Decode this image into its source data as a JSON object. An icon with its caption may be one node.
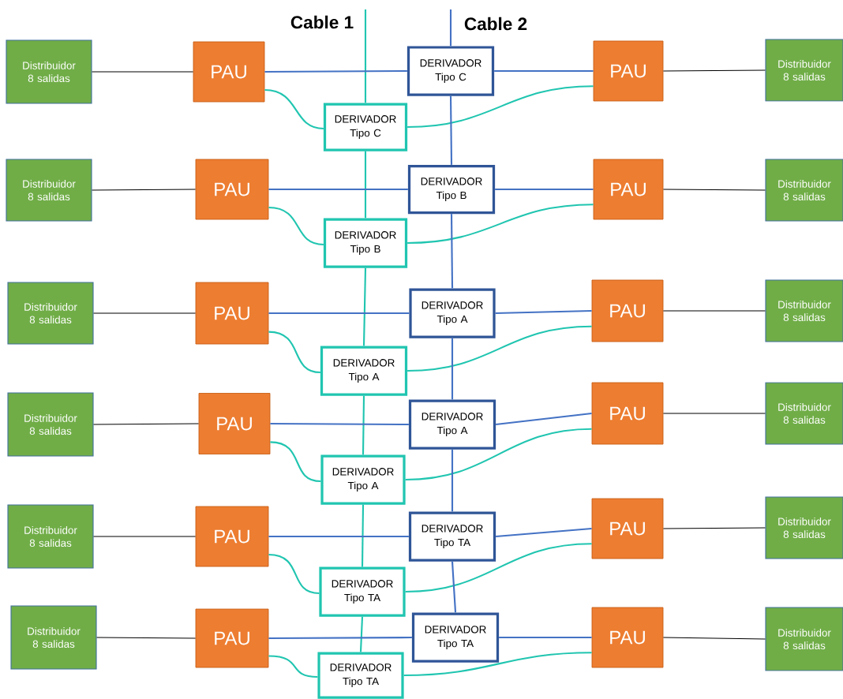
{
  "diagram": {
    "nodes": [
      {
        "text": [
          "Distribuidor 8 salidas"
        ]
      },
      {
        "text": [
          "PAU"
        ]
      },
      {
        "text": [
          "DERIVADOR Tipo C"
        ]
      },
      {
        "text": [
          "DERIVADOR Tipo C"
        ]
      },
      {
        "text": [
          "PAU"
        ]
      },
      {
        "text": [
          "Distribuidor 8 salidas"
        ]
      },
      {
        "text": [
          "Distribuidor 8 salidas"
        ]
      },
      {
        "text": [
          "PAU"
        ]
      },
      {
        "text": [
          "DERIVADOR Tipo B"
        ]
      },
      {
        "text": [
          "DERIVADOR Tipo B"
        ]
      },
      {
        "text": [
          "PAU"
        ]
      },
      {
        "text": [
          "Distribuidor 8 salidas"
        ]
      },
      {
        "text": [
          "Distribuidor 8 salidas"
        ]
      },
      {
        "text": [
          "PAU"
        ]
      },
      {
        "text": [
          "DERIVADOR Tipo A"
        ]
      },
      {
        "text": [
          "DERIVADOR Tipo A"
        ]
      },
      {
        "text": [
          "PAU"
        ]
      },
      {
        "text": [
          "Distribuidor 8 salidas"
        ]
      },
      {
        "text": [
          "Distribuidor 8 salidas"
        ]
      },
      {
        "text": [
          "PAU"
        ]
      },
      {
        "text": [
          "DERIVADOR Tipo A"
        ]
      },
      {
        "text": [
          "DERIVADOR Tipo A"
        ]
      },
      {
        "text": [
          "PAU"
        ]
      },
      {
        "text": [
          "Distribuidor 8 salidas"
        ]
      },
      {
        "text": [
          "Distribuidor 8 salidas"
        ]
      },
      {
        "text": [
          "PAU"
        ]
      },
      {
        "text": [
          "DERIVADOR Tipo TA"
        ]
      },
      {
        "text": [
          "DERIVADOR Tipo TA"
        ]
      },
      {
        "text": [
          "PAU"
        ]
      },
      {
        "text": [
          "Distribuidor 8 salidas"
        ]
      },
      {
        "text": [
          "Distribuidor 8 salidas"
        ]
      },
      {
        "text": [
          "PAU"
        ]
      },
      {
        "text": [
          "DERIVADOR Tipo TA"
        ]
      },
      {
        "text": [
          "DERIVADOR Tipo TA"
        ]
      },
      {
        "text": [
          "PAU"
        ]
      },
      {
        "text": [
          "Distribuidor 8 salidas"
        ]
      }
    ],
    "edges": [
      {
        "from": null,
        "to": 2,
        "arrow": "none",
        "color": "#20c5b0"
      },
      {
        "from": null,
        "to": 3,
        "arrow": "none"
      },
      {
        "from": 0,
        "to": 1,
        "arrow": "none",
        "color": "#000000"
      },
      {
        "from": 1,
        "to": 3,
        "arrow": "none"
      },
      {
        "from": 3,
        "to": 4,
        "arrow": "none"
      },
      {
        "from": 4,
        "to": 5,
        "arrow": "none",
        "color": "#000000"
      },
      {
        "from": 1,
        "to": 2,
        "arrow": "none",
        "color": "#20c5b0"
      },
      {
        "from": 2,
        "to": 4,
        "arrow": "none",
        "color": "#20c5b0"
      },
      {
        "from": 2,
        "to": 8,
        "arrow": "none",
        "color": "#20c5b0"
      },
      {
        "from": 3,
        "to": 9,
        "arrow": "none"
      },
      {
        "from": 6,
        "to": 7,
        "arrow": "none",
        "color": "#000000"
      },
      {
        "from": 7,
        "to": 9,
        "arrow": "none"
      },
      {
        "from": 9,
        "to": 10,
        "arrow": "none"
      },
      {
        "from": 10,
        "to": 11,
        "arrow": "none",
        "color": "#000000"
      },
      {
        "from": 7,
        "to": 8,
        "arrow": "none",
        "color": "#20c5b0"
      },
      {
        "from": 8,
        "to": 10,
        "arrow": "none",
        "color": "#20c5b0"
      },
      {
        "from": 8,
        "to": 14,
        "arrow": "none",
        "color": "#20c5b0"
      },
      {
        "from": 9,
        "to": 15,
        "arrow": "none"
      },
      {
        "from": 12,
        "to": 13,
        "arrow": "none",
        "color": "#000000"
      },
      {
        "from": 13,
        "to": 15,
        "arrow": "none"
      },
      {
        "from": 15,
        "to": 16,
        "arrow": "none"
      },
      {
        "from": 16,
        "to": 17,
        "arrow": "none",
        "color": "#000000"
      },
      {
        "from": 13,
        "to": 14,
        "arrow": "none",
        "color": "#20c5b0"
      },
      {
        "from": 14,
        "to": 16,
        "arrow": "none",
        "color": "#20c5b0"
      },
      {
        "from": 14,
        "to": 20,
        "arrow": "none",
        "color": "#20c5b0"
      },
      {
        "from": 15,
        "to": 21,
        "arrow": "none"
      },
      {
        "from": 18,
        "to": 19,
        "arrow": "none",
        "color": "#000000"
      },
      {
        "from": 19,
        "to": 21,
        "arrow": "none"
      },
      {
        "from": 21,
        "to": 22,
        "arrow": "none"
      },
      {
        "from": 22,
        "to": 23,
        "arrow": "none",
        "color": "#000000"
      },
      {
        "from": 19,
        "to": 20,
        "arrow": "none",
        "color": "#20c5b0"
      },
      {
        "from": 20,
        "to": 22,
        "arrow": "none",
        "color": "#20c5b0"
      },
      {
        "from": 20,
        "to": 26,
        "arrow": "none",
        "color": "#20c5b0"
      },
      {
        "from": 21,
        "to": 27,
        "arrow": "none"
      },
      {
        "from": 24,
        "to": 25,
        "arrow": "none",
        "color": "#000000"
      },
      {
        "from": 25,
        "to": 27,
        "arrow": "none"
      },
      {
        "from": 27,
        "to": 28,
        "arrow": "none"
      },
      {
        "from": 28,
        "to": 29,
        "arrow": "none",
        "color": "#000000"
      },
      {
        "from": 25,
        "to": 26,
        "arrow": "none",
        "color": "#20c5b0"
      },
      {
        "from": 26,
        "to": 28,
        "arrow": "none",
        "color": "#20c5b0"
      },
      {
        "from": 26,
        "to": 32,
        "arrow": "none",
        "color": "#20c5b0"
      },
      {
        "from": 27,
        "to": 33,
        "arrow": "none"
      },
      {
        "from": 30,
        "to": 31,
        "arrow": "none",
        "color": "#000000"
      },
      {
        "from": 31,
        "to": 33,
        "arrow": "none"
      },
      {
        "from": 33,
        "to": 34,
        "arrow": "none"
      },
      {
        "from": 34,
        "to": 35,
        "arrow": "none",
        "color": "#000000"
      },
      {
        "from": 31,
        "to": 32,
        "arrow": "none",
        "color": "#20c5b0"
      },
      {
        "from": 32,
        "to": 34,
        "arrow": "none",
        "color": "#20c5b0"
      }
    ],
    "labels": [
      "Cable 1",
      "Cable 2"
    ]
  }
}
